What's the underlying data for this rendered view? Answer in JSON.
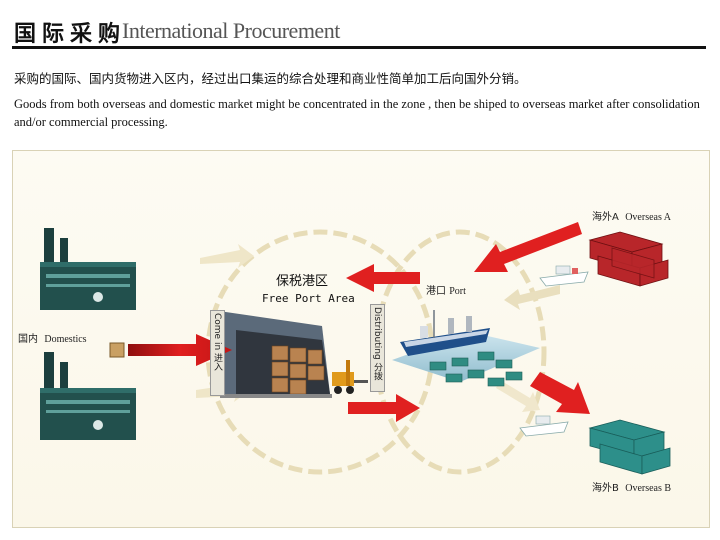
{
  "header": {
    "title_cn": "国际采购",
    "title_en": "International Procurement"
  },
  "description": {
    "cn": "采购的国际、国内货物进入区内，经过出口集运的综合处理和商业性简单加工后向国外分销。",
    "en": "Goods from both overseas and domestic market might be concentrated in the zone , then be shiped to overseas market after consolidation and/or commercial processing."
  },
  "diagram": {
    "domestic_cn": "国内",
    "domestic_en": "Domestics",
    "free_port_cn": "保税港区",
    "free_port_en": "Free Port Area",
    "port_cn": "港口",
    "port_en": "Port",
    "overseas_a_cn": "海外A",
    "overseas_a_en": "Overseas A",
    "overseas_b_cn": "海外B",
    "overseas_b_en": "Overseas B",
    "warehouse_in_label": "Come in 进入",
    "warehouse_out_label": "Distributing 分拨"
  },
  "colors": {
    "arrow": "#d81e1e",
    "container_red": "#b8262a",
    "container_teal": "#2d8f8a",
    "factory": "#1f4a48"
  }
}
